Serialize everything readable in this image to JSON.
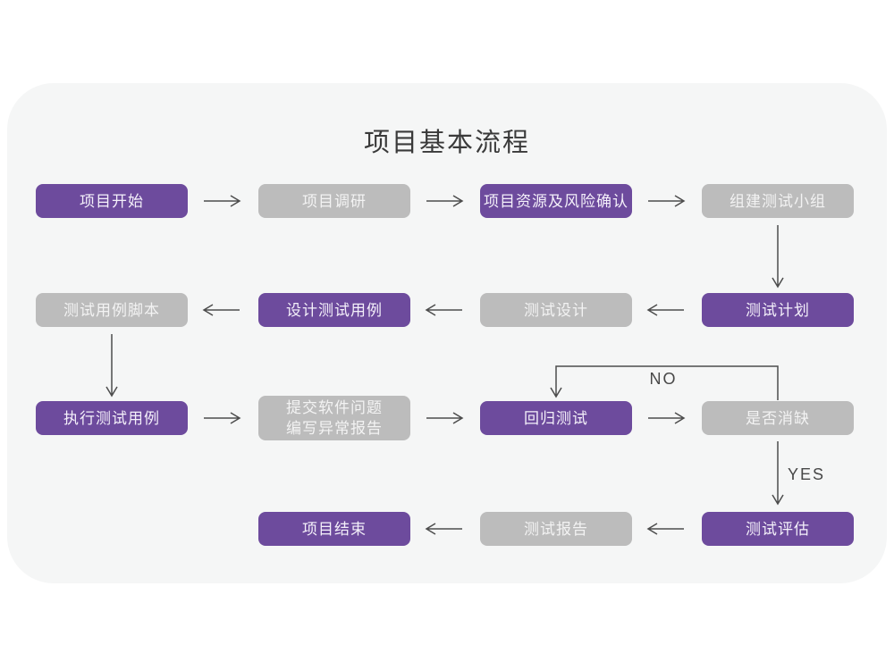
{
  "title": "项目基本流程",
  "diagram": {
    "branch_labels": {
      "no": "NO",
      "yes": "YES"
    },
    "nodes": [
      {
        "id": "project-start",
        "label": "项目开始",
        "style": "primary"
      },
      {
        "id": "project-research",
        "label": "项目调研",
        "style": "muted"
      },
      {
        "id": "resources-risk-confirm",
        "label": "项目资源及风险确认",
        "style": "primary"
      },
      {
        "id": "build-test-team",
        "label": "组建测试小组",
        "style": "muted"
      },
      {
        "id": "test-plan",
        "label": "测试计划",
        "style": "primary"
      },
      {
        "id": "test-design",
        "label": "测试设计",
        "style": "muted"
      },
      {
        "id": "design-test-cases",
        "label": "设计测试用例",
        "style": "primary"
      },
      {
        "id": "test-case-script",
        "label": "测试用例脚本",
        "style": "muted"
      },
      {
        "id": "execute-test-cases",
        "label": "执行测试用例",
        "style": "primary"
      },
      {
        "id": "submit-issue-report",
        "label": "提交软件问题\n编写异常报告",
        "style": "muted"
      },
      {
        "id": "regression-test",
        "label": "回归测试",
        "style": "primary"
      },
      {
        "id": "defect-cleared",
        "label": "是否消缺",
        "style": "muted"
      },
      {
        "id": "test-evaluation",
        "label": "测试评估",
        "style": "primary"
      },
      {
        "id": "test-report",
        "label": "测试报告",
        "style": "muted"
      },
      {
        "id": "project-end",
        "label": "项目结束",
        "style": "primary"
      }
    ]
  },
  "colors": {
    "primary_box": "#6d4b9d",
    "muted_box": "#bcbcbc",
    "card_background": "#f5f6f6",
    "page_background": "#ffffff",
    "arrow": "#4d4d4d",
    "title_text": "#3a3a3a"
  }
}
